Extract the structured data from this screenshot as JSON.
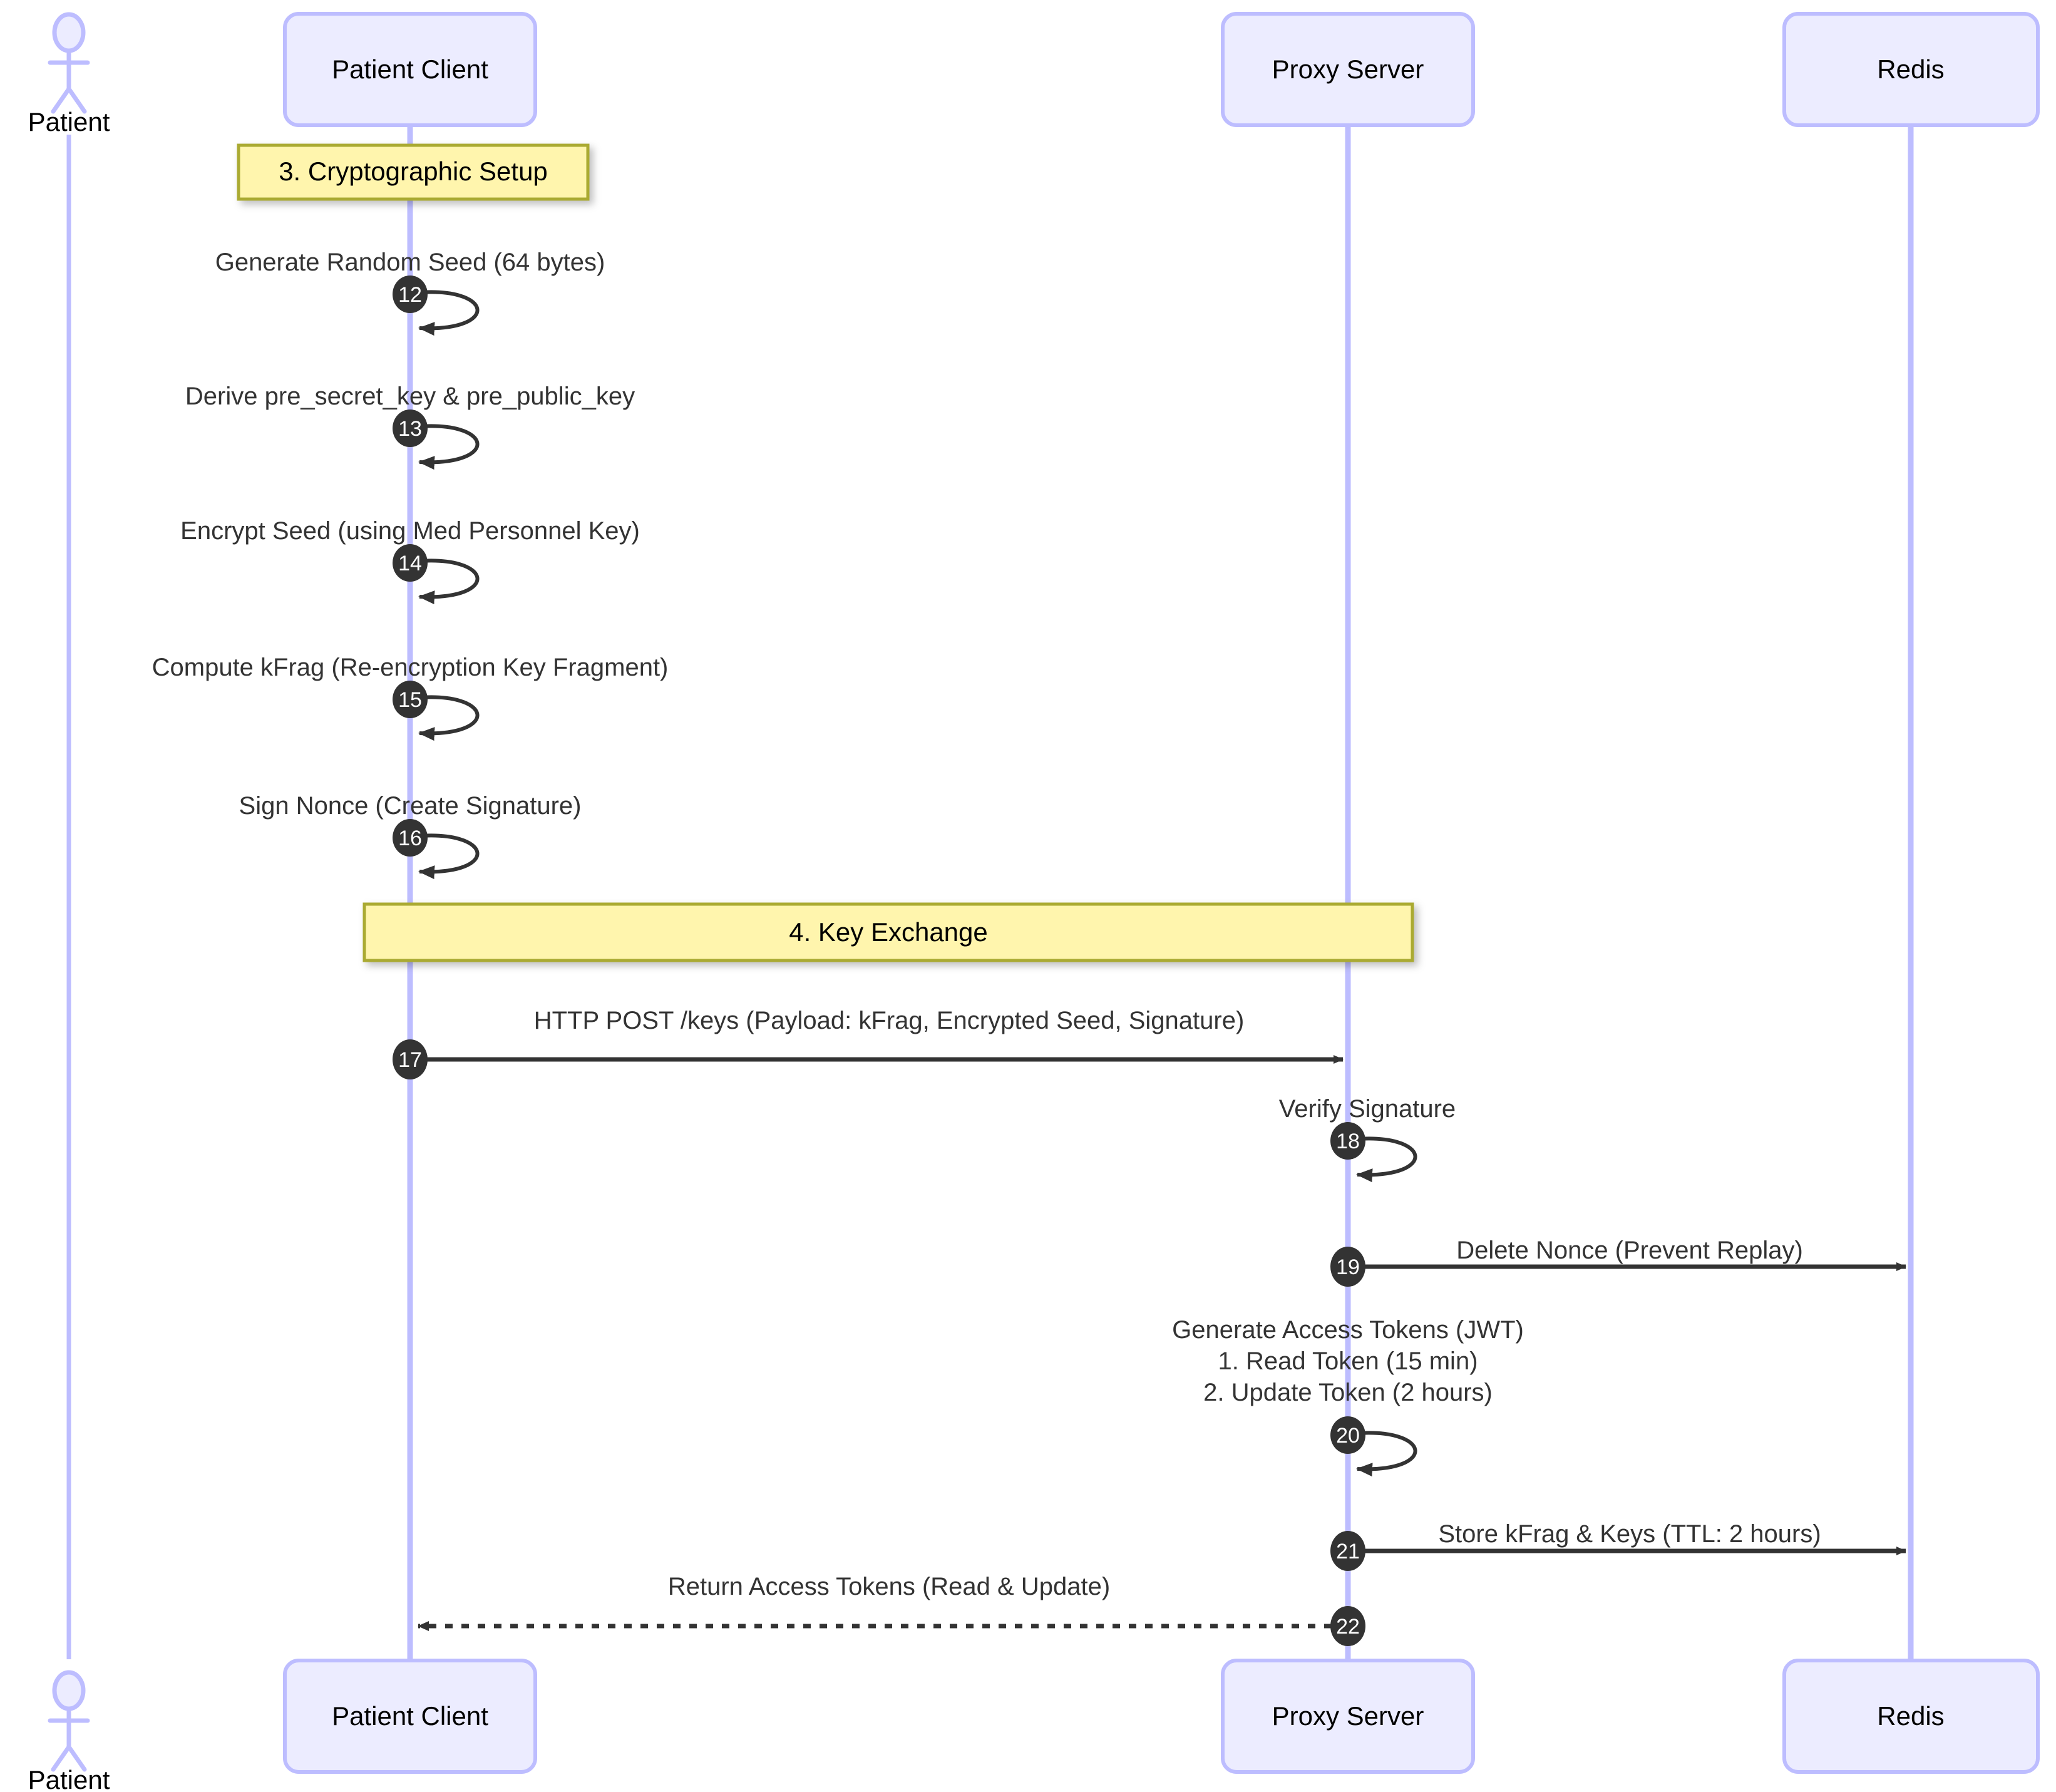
{
  "diagram": {
    "type": "sequence-diagram",
    "title": "",
    "background_color": "#ffffff",
    "participant_fill": "#ECECFF",
    "participant_stroke": "#BDBDFF",
    "lifeline_color": "#BDBDFF",
    "note_fill": "#FFF5AD",
    "note_stroke": "#AAAA33",
    "arrow_color": "#333333",
    "seq_badge_fill": "#333333",
    "seq_badge_text_color": "#ffffff"
  },
  "actors": [
    {
      "id": "patient",
      "label": "Patient",
      "kind": "actor"
    }
  ],
  "participants": [
    {
      "id": "patient-client",
      "label": "Patient Client",
      "kind": "box"
    },
    {
      "id": "proxy-server",
      "label": "Proxy Server",
      "kind": "box"
    },
    {
      "id": "redis",
      "label": "Redis",
      "kind": "box"
    }
  ],
  "notes": [
    {
      "id": "note-3",
      "label": "3. Cryptographic Setup"
    },
    {
      "id": "note-4",
      "label": "4. Key Exchange"
    }
  ],
  "messages": [
    {
      "num": "12",
      "label": "Generate Random Seed (64 bytes)",
      "from": "patient-client",
      "to": "patient-client",
      "kind": "self",
      "style": "solid"
    },
    {
      "num": "13",
      "label": "Derive pre_secret_key & pre_public_key",
      "from": "patient-client",
      "to": "patient-client",
      "kind": "self",
      "style": "solid"
    },
    {
      "num": "14",
      "label": "Encrypt Seed (using Med Personnel Key)",
      "from": "patient-client",
      "to": "patient-client",
      "kind": "self",
      "style": "solid"
    },
    {
      "num": "15",
      "label": "Compute kFrag (Re-encryption Key Fragment)",
      "from": "patient-client",
      "to": "patient-client",
      "kind": "self",
      "style": "solid"
    },
    {
      "num": "16",
      "label": "Sign Nonce (Create Signature)",
      "from": "patient-client",
      "to": "patient-client",
      "kind": "self",
      "style": "solid"
    },
    {
      "num": "17",
      "label": "HTTP POST /keys (Payload: kFrag, Encrypted Seed, Signature)",
      "from": "patient-client",
      "to": "proxy-server",
      "kind": "arrow",
      "style": "solid",
      "direction": "right"
    },
    {
      "num": "18",
      "label": "Verify Signature",
      "from": "proxy-server",
      "to": "proxy-server",
      "kind": "self",
      "style": "solid"
    },
    {
      "num": "19",
      "label": "Delete Nonce (Prevent Replay)",
      "from": "proxy-server",
      "to": "redis",
      "kind": "arrow",
      "style": "solid",
      "direction": "right"
    },
    {
      "num": "20",
      "label": "Generate Access Tokens (JWT)\n1. Read Token (15 min)\n2. Update Token (2 hours)",
      "label_lines": [
        "Generate Access Tokens (JWT)",
        "1. Read Token (15 min)",
        "2. Update Token (2 hours)"
      ],
      "from": "proxy-server",
      "to": "proxy-server",
      "kind": "self",
      "style": "solid"
    },
    {
      "num": "21",
      "label": "Store kFrag & Keys (TTL: 2 hours)",
      "from": "proxy-server",
      "to": "redis",
      "kind": "arrow",
      "style": "solid",
      "direction": "right"
    },
    {
      "num": "22",
      "label": "Return Access Tokens (Read & Update)",
      "from": "proxy-server",
      "to": "patient-client",
      "kind": "arrow",
      "style": "dashed",
      "direction": "left"
    }
  ]
}
